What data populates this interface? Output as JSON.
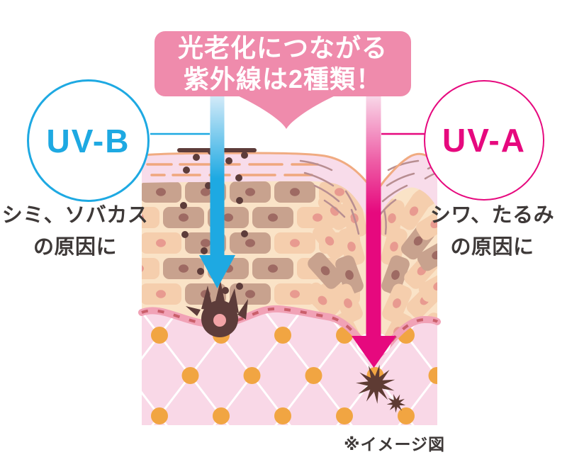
{
  "banner": {
    "line1": "光老化につながる",
    "line2": "紫外線は2種類！"
  },
  "uvb": {
    "label": "UV-B",
    "caption_line1": "シミ、ソバカス",
    "caption_line2": "の原因に"
  },
  "uva": {
    "label": "UV-A",
    "caption_line1": "シワ、たるみ",
    "caption_line2": "の原因に"
  },
  "note": "※イメージ図",
  "icons": {
    "uvb_arrow": "down-arrow",
    "uva_arrow": "down-arrow",
    "melanin_splat": "melanin-spot",
    "collagen_damage": "starburst"
  },
  "colors": {
    "banner_pink": "#ef8bac",
    "uvb_blue": "#1ea9e2",
    "uva_magenta": "#e6097e",
    "text_dark": "#3e3938",
    "corneum": "#f8dcea",
    "epidermis": "#fae3c7",
    "cell_light": "#f5cead",
    "cell_light_nucleus": "#e89a90",
    "cell_dark": "#c8a28e",
    "cell_dark_nucleus": "#9e6a63",
    "melanin": "#5d3c3a",
    "splat_nucleus": "#f2a3a6",
    "membrane_band": "#f1a2b6",
    "membrane_dash": "#ca5f6b",
    "dermis": "#f9d8e7",
    "lattice": "#ffffff",
    "collagen_dot": "#f1a542",
    "starburst": "#5e3b33",
    "surface_line": "#f0ab81",
    "corneum_dash": "#efa77d",
    "wrinkle_line": "#b88e91",
    "arrow_blue_light": "#cfe9f8",
    "arrow_pink_light": "#f8d4e6"
  }
}
